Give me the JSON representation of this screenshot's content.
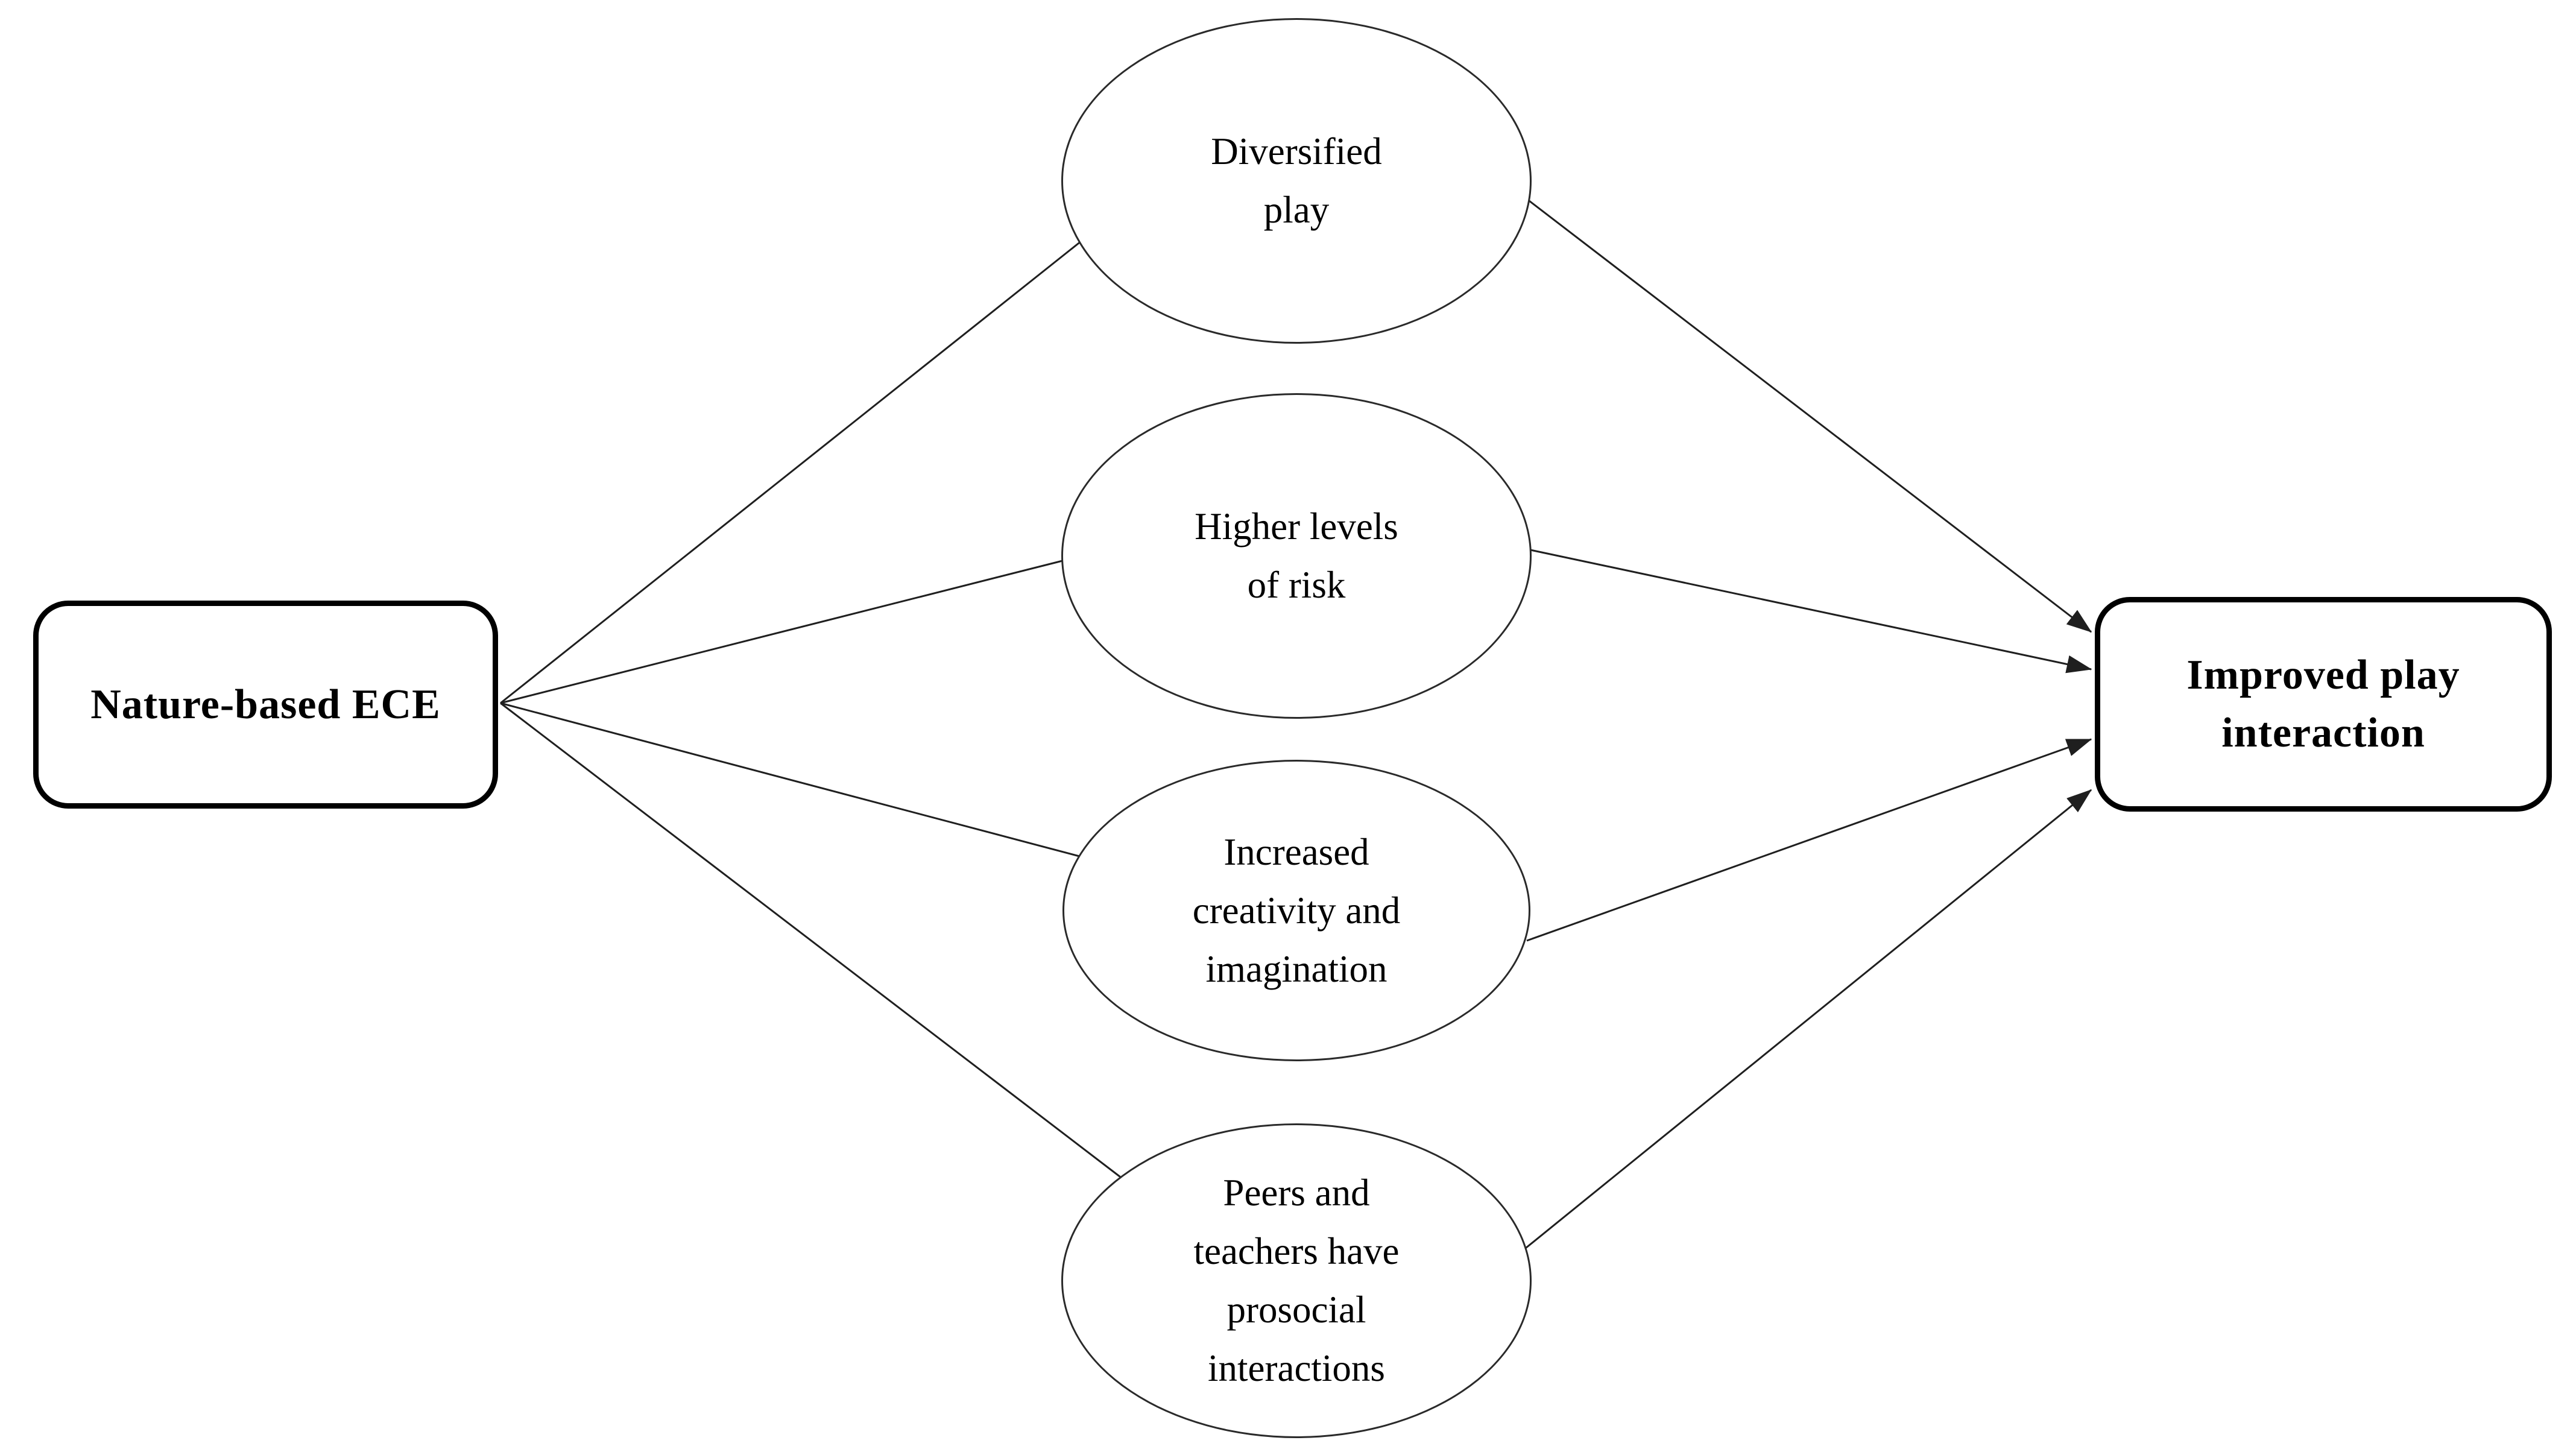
{
  "diagram": {
    "input": {
      "label": "Nature-based ECE"
    },
    "mediators": [
      {
        "lines": [
          "Diversified",
          "play"
        ]
      },
      {
        "lines": [
          "Higher levels",
          "of risk"
        ]
      },
      {
        "lines": [
          "Increased",
          "creativity and",
          "imagination"
        ]
      },
      {
        "lines": [
          "Peers and",
          "teachers have",
          "prosocial",
          "interactions"
        ]
      }
    ],
    "outcome": {
      "lines": [
        "Improved play",
        "interaction"
      ]
    },
    "edges": [
      {
        "from": "Nature-based ECE",
        "to": "Diversified play",
        "arrowhead": false
      },
      {
        "from": "Nature-based ECE",
        "to": "Higher levels of risk",
        "arrowhead": false
      },
      {
        "from": "Nature-based ECE",
        "to": "Increased creativity and imagination",
        "arrowhead": false
      },
      {
        "from": "Nature-based ECE",
        "to": "Peers and teachers have prosocial interactions",
        "arrowhead": false
      },
      {
        "from": "Diversified play",
        "to": "Improved play interaction",
        "arrowhead": true
      },
      {
        "from": "Higher levels of risk",
        "to": "Improved play interaction",
        "arrowhead": true
      },
      {
        "from": "Increased creativity and imagination",
        "to": "Improved play interaction",
        "arrowhead": true
      },
      {
        "from": "Peers and teachers have prosocial interactions",
        "to": "Improved play interaction",
        "arrowhead": true
      }
    ],
    "colors": {
      "background": "#ffffff",
      "box_border": "#000000",
      "ellipse_border": "#2a2a2a",
      "line": "#1f1f1f",
      "text": "#000000"
    }
  }
}
